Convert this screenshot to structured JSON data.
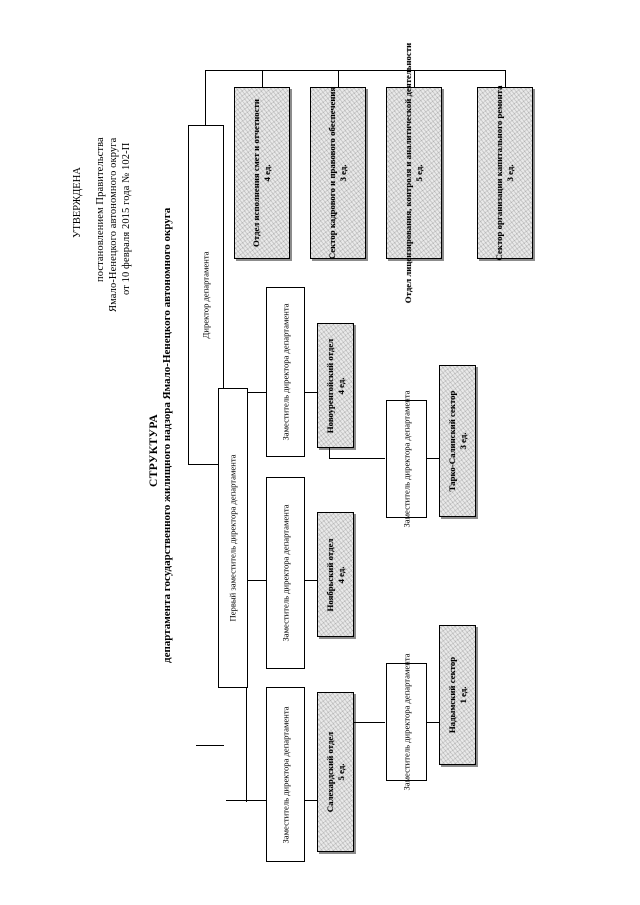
{
  "document": {
    "approval": {
      "heading": "УТВЕРЖДЕНА",
      "line1": "постановлением Правительства",
      "line2": "Ямало-Ненецкого автономного округа",
      "line3": "от 10 февраля 2015 года № 102-П"
    },
    "title": "СТРУКТУРА",
    "subtitle": "департамента государственного жилищного надзора Ямало-Ненецкого автономного округа"
  },
  "chart_data": {
    "type": "diagram",
    "orientation": "rotated-90-ccw",
    "nodes": [
      {
        "id": "director",
        "label": "Директор департамента",
        "units": "",
        "shaded": false
      },
      {
        "id": "first-deputy",
        "label": "Первый заместитель директора департамента",
        "units": "",
        "shaded": false
      },
      {
        "id": "deputy-1",
        "label": "Заместитель директора департамента",
        "units": "",
        "shaded": false
      },
      {
        "id": "deputy-2",
        "label": "Заместитель директора департамента",
        "units": "",
        "shaded": false
      },
      {
        "id": "deputy-3",
        "label": "Заместитель директора департамента",
        "units": "",
        "shaded": false
      },
      {
        "id": "deputy-4",
        "label": "Заместитель директора департамента",
        "units": "",
        "shaded": false
      },
      {
        "id": "deputy-5",
        "label": "Заместитель директора департамента",
        "units": "",
        "shaded": false
      },
      {
        "id": "otdel-smet",
        "label": "Отдел исполнения смет и отчетности",
        "units": "4 ед.",
        "shaded": true
      },
      {
        "id": "sektor-kadr",
        "label": "Сектор кадрового и правового обеспечения",
        "units": "3 ед.",
        "shaded": true
      },
      {
        "id": "otdel-lic",
        "label": "Отдел лицензирования, контроля и аналитической деятельности",
        "units": "5 ед.",
        "shaded": true
      },
      {
        "id": "sektor-kaprem",
        "label": "Сектор организации капитального ремонта",
        "units": "3 ед.",
        "shaded": true
      },
      {
        "id": "novyurengoy",
        "label": "Новоуренгойский отдел",
        "units": "4 ед.",
        "shaded": true
      },
      {
        "id": "noyabrsk",
        "label": "Ноябрьский отдел",
        "units": "4 ед.",
        "shaded": true
      },
      {
        "id": "salekhard",
        "label": "Салехардский отдел",
        "units": "5 ед.",
        "shaded": true
      },
      {
        "id": "tarkosale",
        "label": "Тарко-Салинский сектор",
        "units": "3 ед.",
        "shaded": true
      },
      {
        "id": "nadym",
        "label": "Надымский сектор",
        "units": "1 ед.",
        "shaded": true
      }
    ],
    "edges": [
      [
        "director",
        "otdel-smet"
      ],
      [
        "director",
        "sektor-kadr"
      ],
      [
        "director",
        "otdel-lic"
      ],
      [
        "director",
        "sektor-kaprem"
      ],
      [
        "director",
        "first-deputy"
      ],
      [
        "first-deputy",
        "deputy-1"
      ],
      [
        "first-deputy",
        "deputy-2"
      ],
      [
        "first-deputy",
        "deputy-3"
      ],
      [
        "deputy-1",
        "novyurengoy"
      ],
      [
        "deputy-2",
        "noyabrsk"
      ],
      [
        "deputy-3",
        "salekhard"
      ],
      [
        "deputy-1",
        "deputy-4"
      ],
      [
        "deputy-4",
        "tarkosale"
      ],
      [
        "deputy-3",
        "deputy-5"
      ],
      [
        "deputy-5",
        "nadym"
      ]
    ]
  },
  "nodes": {
    "director": {
      "label": "Директор департамента",
      "units": ""
    },
    "first_deputy": {
      "label": "Первый заместитель директора департамента",
      "units": ""
    },
    "deputy_1": {
      "label": "Заместитель директора департамента",
      "units": ""
    },
    "deputy_2": {
      "label": "Заместитель директора департамента",
      "units": ""
    },
    "deputy_3": {
      "label": "Заместитель директора департамента",
      "units": ""
    },
    "deputy_4": {
      "label": "Заместитель директора департамента",
      "units": ""
    },
    "deputy_5": {
      "label": "Заместитель директора департамента",
      "units": ""
    },
    "otdel_smet": {
      "label": "Отдел исполнения смет и отчетности",
      "units": "4 ед."
    },
    "sektor_kadr": {
      "label": "Сектор кадрового и правового обеспечения",
      "units": "3 ед."
    },
    "otdel_lic": {
      "label": "Отдел лицензирования, контроля и аналитической деятельности",
      "units": "5 ед."
    },
    "sektor_kaprem": {
      "label": "Сектор организации капитального ремонта",
      "units": "3 ед."
    },
    "novyurengoy": {
      "label": "Новоуренгойский отдел",
      "units": "4 ед."
    },
    "noyabrsk": {
      "label": "Ноябрьский отдел",
      "units": "4 ед."
    },
    "salekhard": {
      "label": "Салехардский отдел",
      "units": "5 ед."
    },
    "tarkosale": {
      "label": "Тарко-Салинский сектор",
      "units": "3 ед."
    },
    "nadym": {
      "label": "Надымский сектор",
      "units": "1 ед."
    }
  }
}
